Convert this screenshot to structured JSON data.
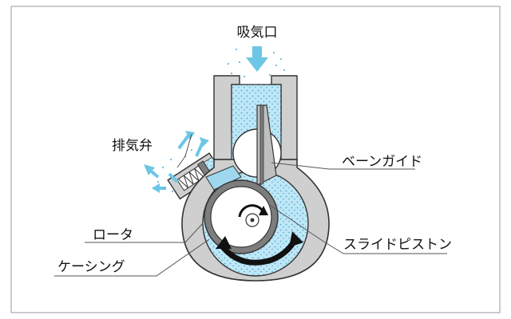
{
  "labels": {
    "intake": "吸気口",
    "exhaust_valve": "排気弁",
    "vane_guide": "ベーンガイド",
    "rotor": "ロータ",
    "casing": "ケーシング",
    "slide_piston": "スライドピストン"
  },
  "colors": {
    "air_fill": "#bfe7f6",
    "air_dots": "#4aa9d4",
    "flow_arrow": "#6cc6e6",
    "casing_gray": "#cfcfcf",
    "rotor_gray": "#7d7d7d",
    "outline": "#333333",
    "rotation_arrow": "#111111"
  },
  "icons": [
    "intake-arrow-icon",
    "exhaust-arrow-icon",
    "rotation-arrow-icon"
  ]
}
